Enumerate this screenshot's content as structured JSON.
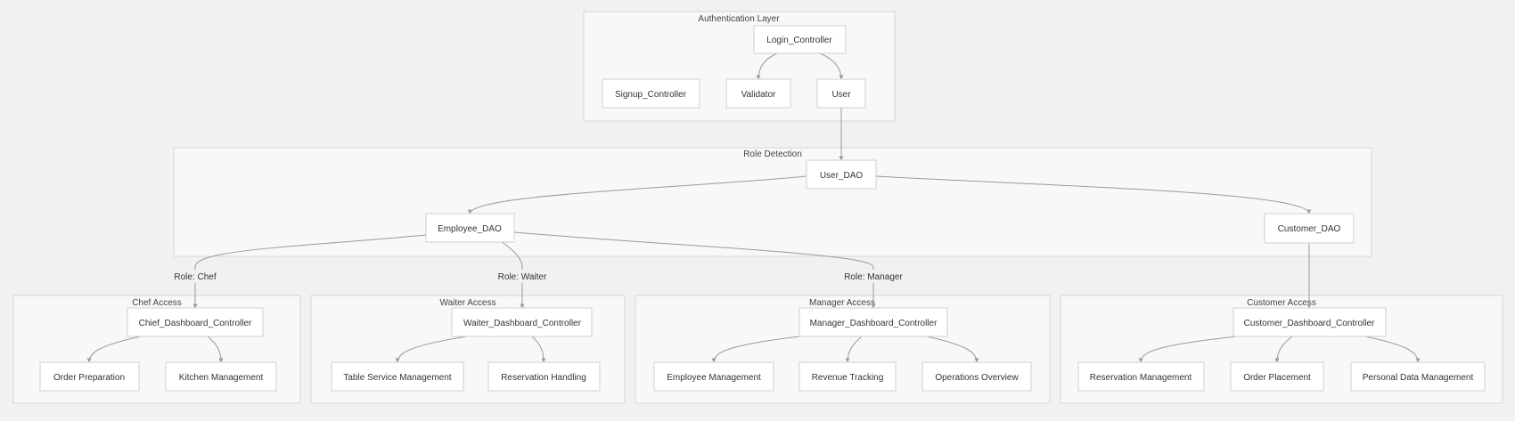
{
  "clusters": {
    "auth": "Authentication Layer",
    "role": "Role Detection",
    "chef": "Chef Access",
    "waiter": "Waiter Access",
    "manager": "Manager Access",
    "customer": "Customer Access"
  },
  "nodes": {
    "login": "Login_Controller",
    "signup": "Signup_Controller",
    "validator": "Validator",
    "user": "User",
    "userdao": "User_DAO",
    "employeedao": "Employee_DAO",
    "customerdao": "Customer_DAO",
    "chefdash": "Chief_Dashboard_Controller",
    "orderprep": "Order Preparation",
    "kitchen": "Kitchen Management",
    "waiterdash": "Waiter_Dashboard_Controller",
    "tableservice": "Table Service Management",
    "reservationhandling": "Reservation Handling",
    "managerdash": "Manager_Dashboard_Controller",
    "employeemgmt": "Employee Management",
    "revenue": "Revenue Tracking",
    "operations": "Operations Overview",
    "customerdash": "Customer_Dashboard_Controller",
    "reservationmgmt": "Reservation Management",
    "orderplacement": "Order Placement",
    "personaldata": "Personal Data Management"
  },
  "edge_labels": {
    "chef": "Role: Chef",
    "waiter": "Role: Waiter",
    "manager": "Role: Manager"
  },
  "colors": {
    "background": "#f2f1ef",
    "cluster_fill": "#f8f8f8",
    "cluster_stroke": "#d6d6d6",
    "node_fill": "#ffffff",
    "edge": "#9a9a9a"
  }
}
